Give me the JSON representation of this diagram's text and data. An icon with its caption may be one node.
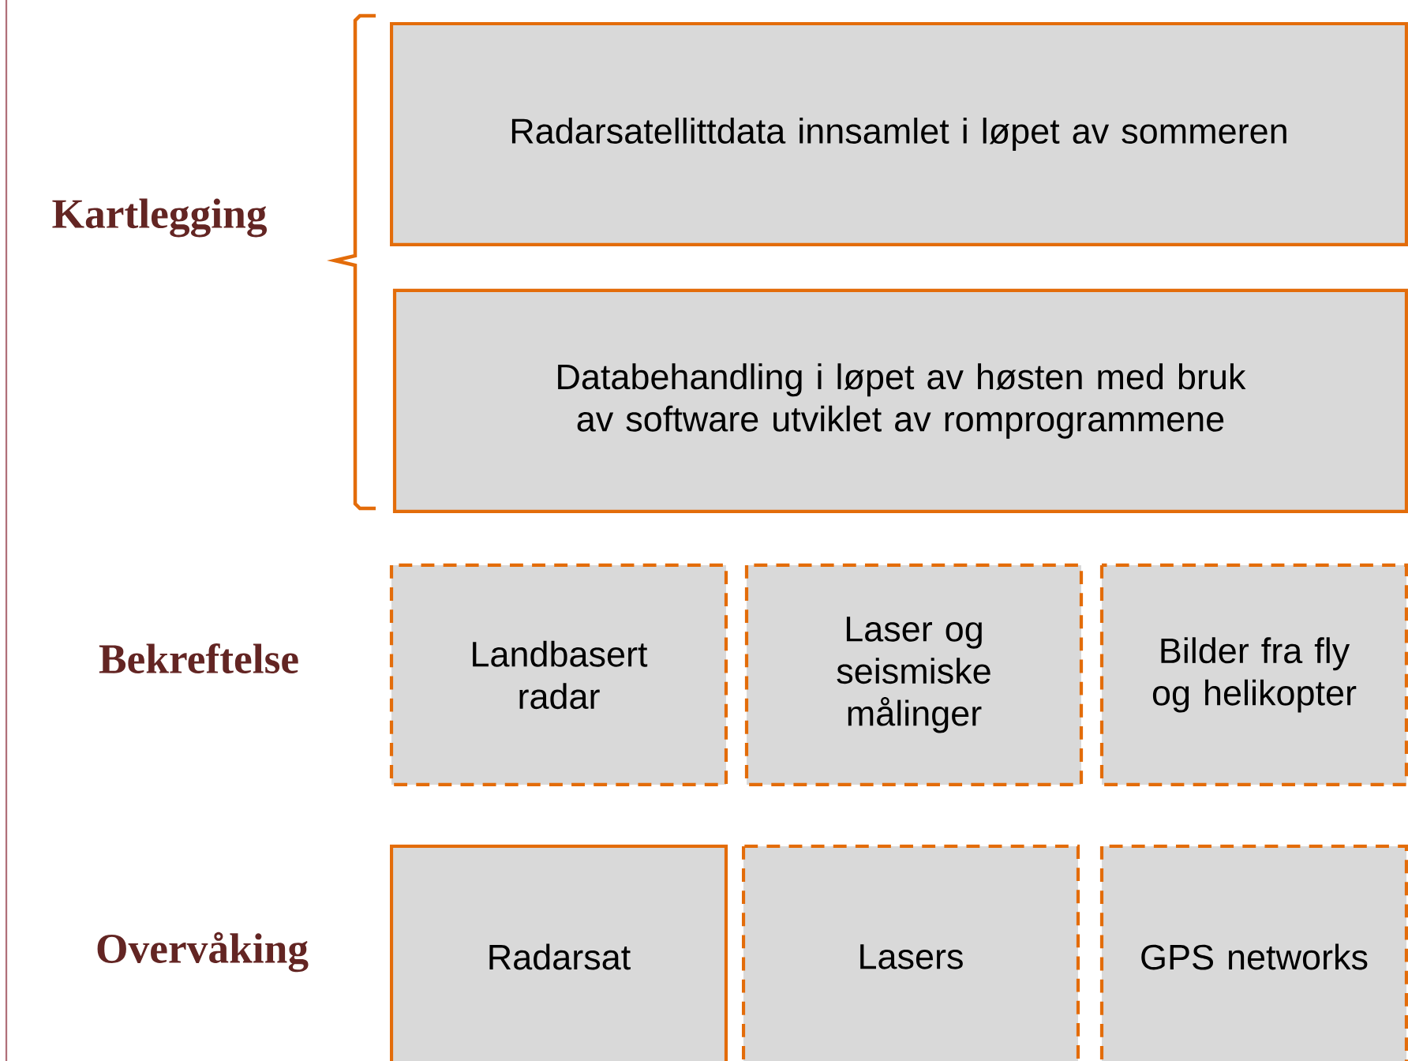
{
  "diagram": {
    "nodes": [
      {
        "text": [
          "Radarsatellittdata innsamlet i løpet av sommeren"
        ]
      },
      {
        "text": [
          "Databehandling i løpet av høsten med bruk av software utviklet av romprogrammene"
        ]
      },
      {
        "text": [
          "Landbasert radar"
        ]
      },
      {
        "text": [
          "Laser og seismiske målinger"
        ]
      },
      {
        "text": [
          "Bilder fra fly og helikopter"
        ]
      },
      {
        "text": [
          "Radarsat"
        ]
      },
      {
        "text": [
          "Lasers"
        ]
      },
      {
        "text": [
          "GPS networks"
        ]
      }
    ],
    "labels": [
      "Kartlegging",
      "Bekreftelse",
      "Overvåking"
    ]
  }
}
